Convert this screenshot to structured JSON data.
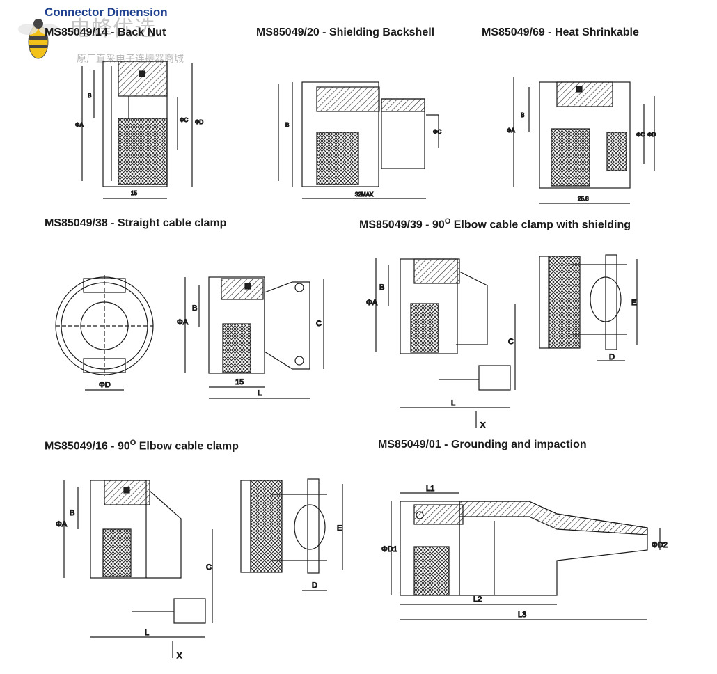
{
  "header": {
    "title": "Connector Dimension",
    "watermark_cn": "电蜂优选",
    "watermark_sub": "原厂直采电子连接器商城"
  },
  "sections": {
    "back_nut": "MS85049/14 - Back Nut",
    "shielding_backshell": "MS85049/20 - Shielding Backshell",
    "heat_shrinkable": "MS85049/69 - Heat Shrinkable",
    "straight_clamp": "MS85049/38 - Straight cable clamp",
    "elbow_shield_prefix": "MS85049/39 - 90",
    "elbow_shield_sup": "O",
    "elbow_shield_suffix": " Elbow cable clamp with shielding",
    "elbow_clamp_prefix": "MS85049/16 - 90",
    "elbow_clamp_sup": "O",
    "elbow_clamp_suffix": " Elbow cable clamp",
    "grounding": "MS85049/01 - Grounding and impaction"
  },
  "labels": {
    "phiA": "ΦA",
    "B": "B",
    "phiC": "ΦC",
    "phiD": "ΦD",
    "C": "C",
    "D": "D",
    "E": "E",
    "L": "L",
    "X": "X",
    "L1": "L1",
    "L2": "L2",
    "L3": "L3",
    "phiD1": "ΦD1",
    "phiD2": "ΦD2",
    "dim15": "15",
    "dim32": "32MAX",
    "dim258": "25.8"
  }
}
